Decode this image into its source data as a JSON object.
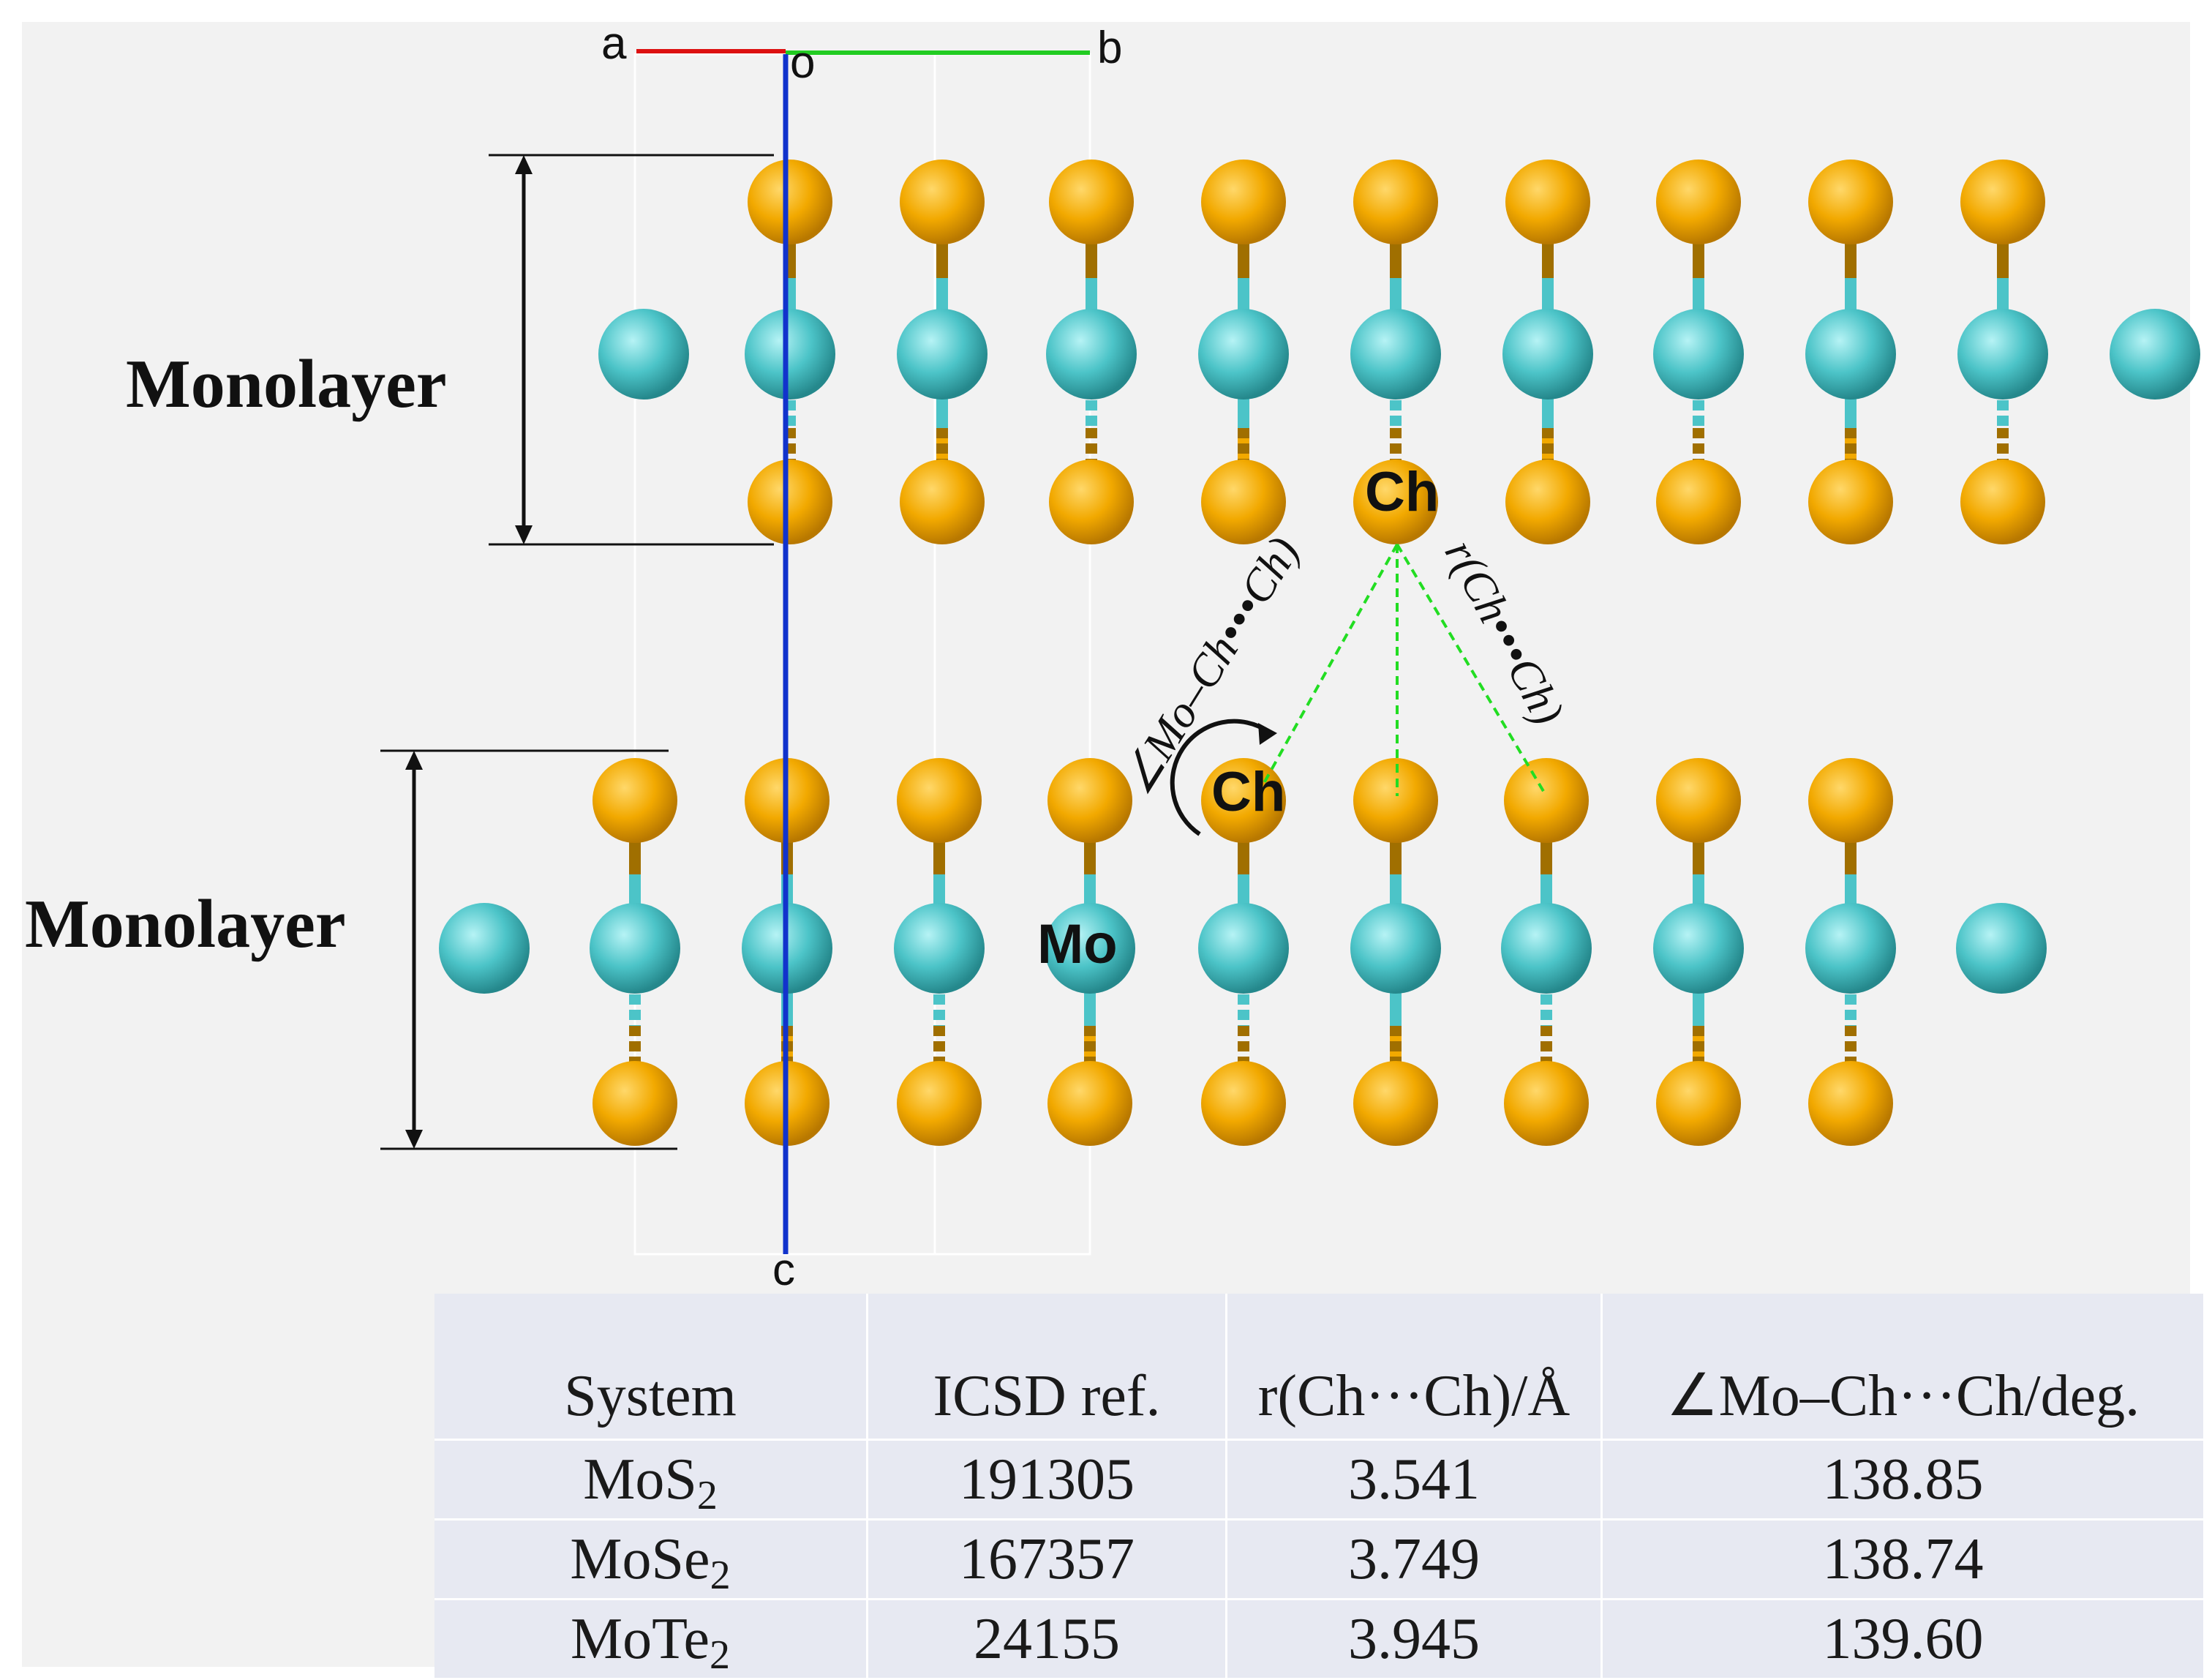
{
  "axes": {
    "a": "a",
    "o": "o",
    "b": "b",
    "c": "c"
  },
  "labels": {
    "monolayer_top": "Monolayer",
    "monolayer_bottom": "Monolayer",
    "ch_top": "Ch",
    "ch_bottom": "Ch",
    "mo": "Mo",
    "distance": "r(Ch•••Ch)",
    "angle": "∠Mo–Ch•••Ch)"
  },
  "colors": {
    "chalcogen": "#f2a900",
    "molybdenum": "#4cc4c8",
    "contact": "#22dd22",
    "axis_a": "#dd1111",
    "axis_b": "#22cc22",
    "axis_c": "#1133cc"
  },
  "table": {
    "headers": [
      "System",
      "ICSD ref.",
      "r(Ch···Ch)/Å",
      "∠Mo–Ch···Ch/deg."
    ],
    "rows": [
      {
        "system_base": "MoS",
        "system_sub": "2",
        "icsd": "191305",
        "r": "3.541",
        "angle": "138.85"
      },
      {
        "system_base": "MoSe",
        "system_sub": "2",
        "icsd": "167357",
        "r": "3.749",
        "angle": "138.74"
      },
      {
        "system_base": "MoTe",
        "system_sub": "2",
        "icsd": "24155",
        "r": "3.945",
        "angle": "139.60"
      }
    ]
  }
}
